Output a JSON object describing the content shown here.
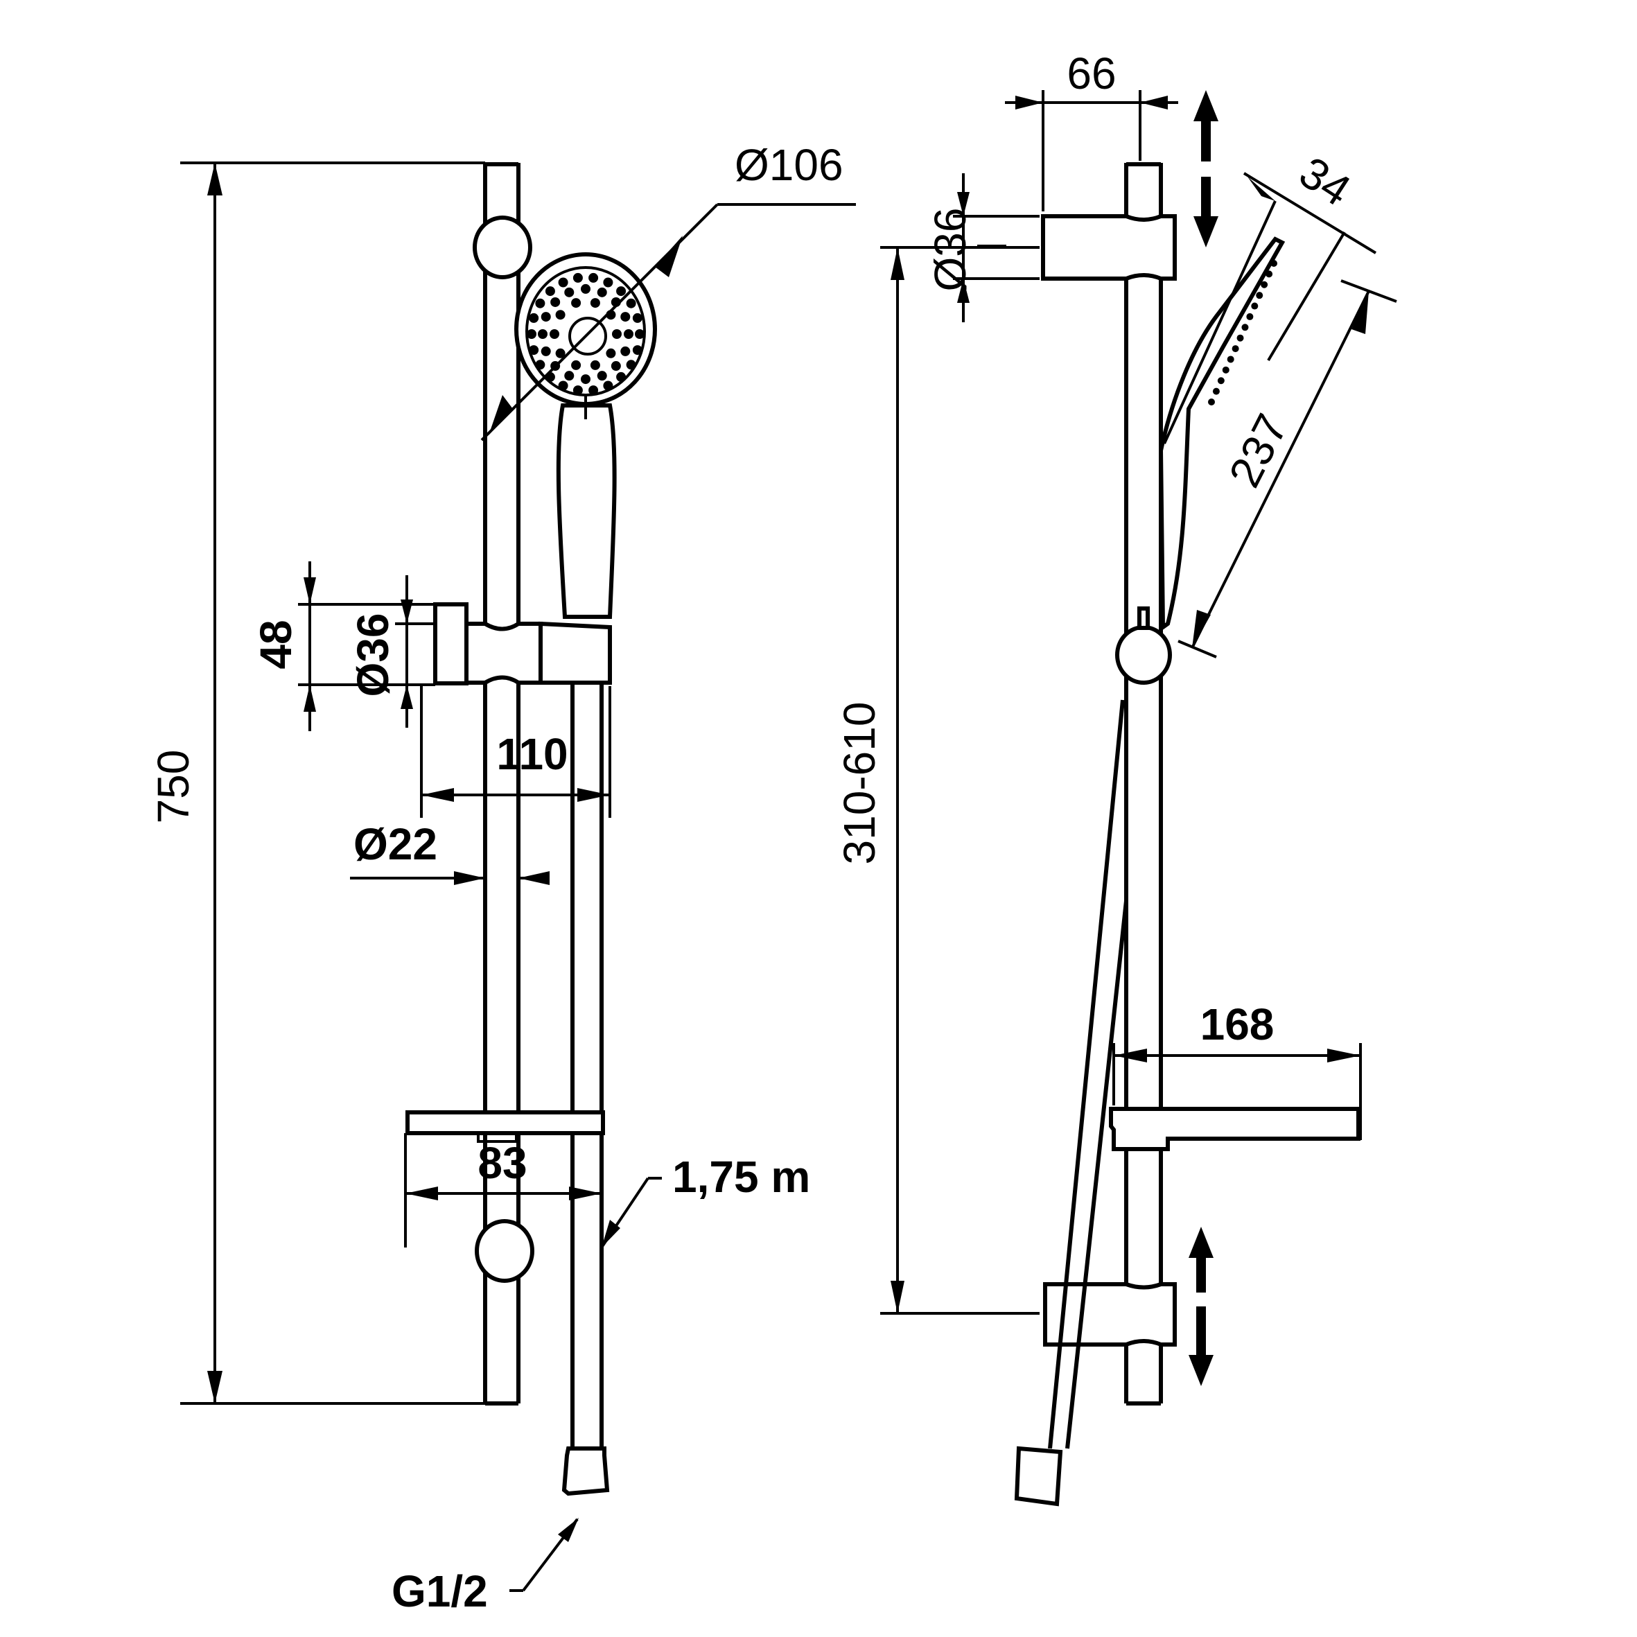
{
  "drawing": {
    "title": "Shower rail set dimension drawing",
    "colors": {
      "line": "#000000",
      "background": "#ffffff"
    },
    "front_view": {
      "dimensions": {
        "overall_height": "750",
        "head_diameter": "Ø106",
        "holder_height": "48",
        "holder_diameter": "Ø36",
        "holder_projection": "110",
        "rail_diameter": "Ø22",
        "soap_dish_depth": "83",
        "hose_length": "1,75 m",
        "connection_thread": "G1/2"
      }
    },
    "side_view": {
      "dimensions": {
        "bracket_projection": "66",
        "bracket_diameter": "Ø36",
        "head_thickness": "34",
        "handset_length": "237",
        "bracket_spacing": "310-610",
        "shelf_depth": "168"
      },
      "icons": [
        "adjust-arrow-top",
        "adjust-arrow-bottom"
      ]
    }
  }
}
